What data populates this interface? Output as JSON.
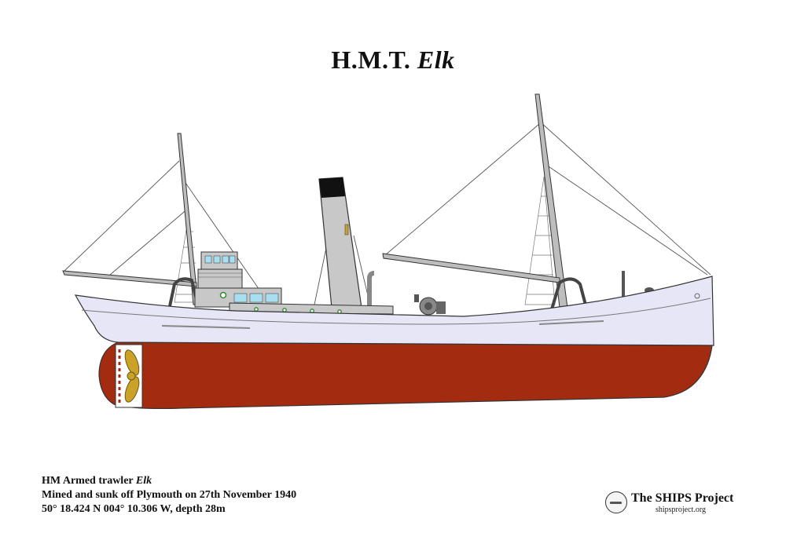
{
  "title": {
    "prefix": "H.M.T.",
    "ship_name": "Elk"
  },
  "caption": {
    "line1_prefix": "HM Armed trawler",
    "line1_name": "Elk",
    "line2": "Mined and sunk off Plymouth on 27th November 1940",
    "line3": "50° 18.424 N  004° 10.306 W,  depth 28m"
  },
  "logo": {
    "name": "The SHIPS Project",
    "url": "shipsproject.org"
  },
  "colors": {
    "hull_upper": "#e6e6f7",
    "hull_lower": "#a32b0f",
    "deckhouse": "#c8c8c8",
    "funnel_top": "#111111",
    "propeller": "#c9a227",
    "rigging": "#555555"
  }
}
